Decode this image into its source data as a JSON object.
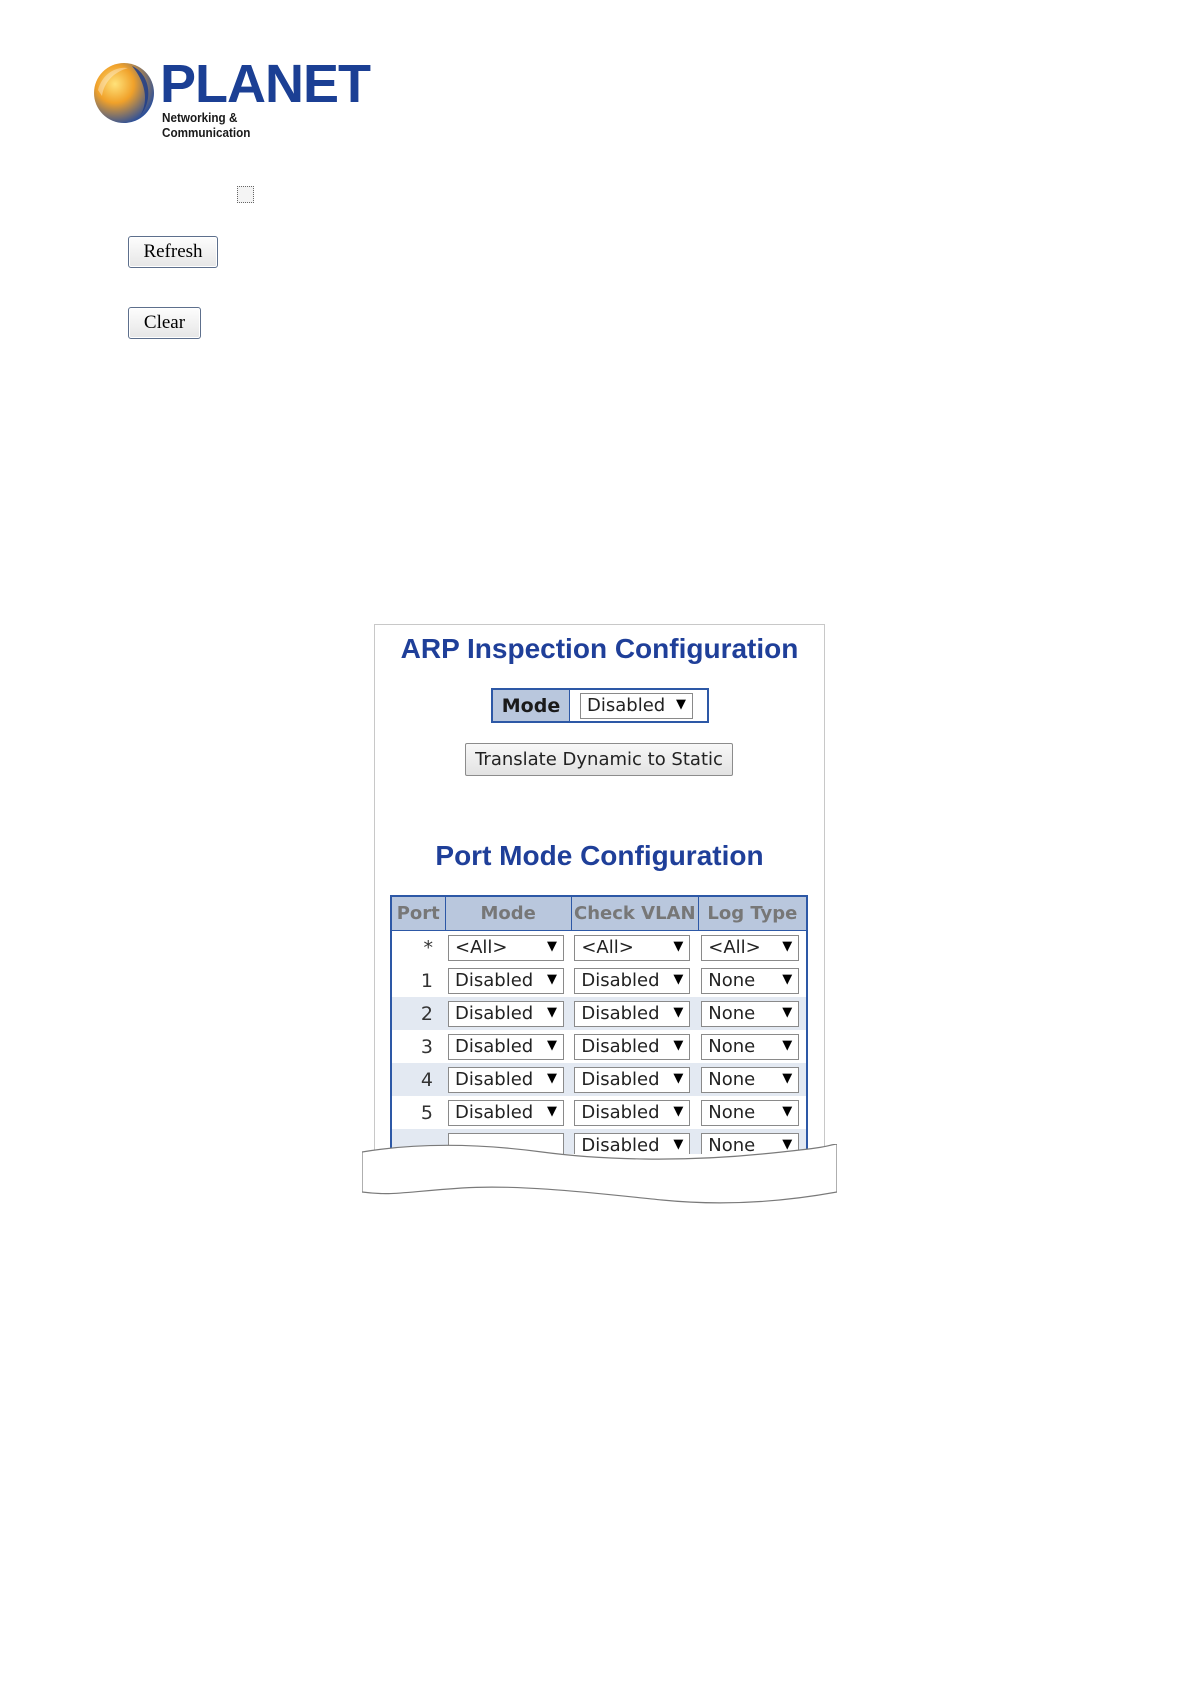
{
  "logo": {
    "wordmark": "PLANET",
    "tagline": "Networking & Communication"
  },
  "controls": {
    "refresh_label": "Refresh",
    "clear_label": "Clear"
  },
  "arp": {
    "title": "ARP Inspection Configuration",
    "mode_label": "Mode",
    "mode_value": "Disabled",
    "translate_label": "Translate Dynamic to Static"
  },
  "port_mode": {
    "title": "Port Mode Configuration",
    "columns": [
      "Port",
      "Mode",
      "Check VLAN",
      "Log Type"
    ],
    "wildcard": {
      "port": "*",
      "mode": "<All>",
      "check_vlan": "<All>",
      "log_type": "<All>"
    },
    "rows": [
      {
        "port": "1",
        "mode": "Disabled",
        "check_vlan": "Disabled",
        "log_type": "None"
      },
      {
        "port": "2",
        "mode": "Disabled",
        "check_vlan": "Disabled",
        "log_type": "None"
      },
      {
        "port": "3",
        "mode": "Disabled",
        "check_vlan": "Disabled",
        "log_type": "None"
      },
      {
        "port": "4",
        "mode": "Disabled",
        "check_vlan": "Disabled",
        "log_type": "None"
      },
      {
        "port": "5",
        "mode": "Disabled",
        "check_vlan": "Disabled",
        "log_type": "None"
      }
    ]
  },
  "colors": {
    "title_blue": "#1f3f99",
    "header_bg": "#b9c7dd",
    "border_blue": "#2d58a6",
    "row_alt": "#e3e9f2"
  }
}
